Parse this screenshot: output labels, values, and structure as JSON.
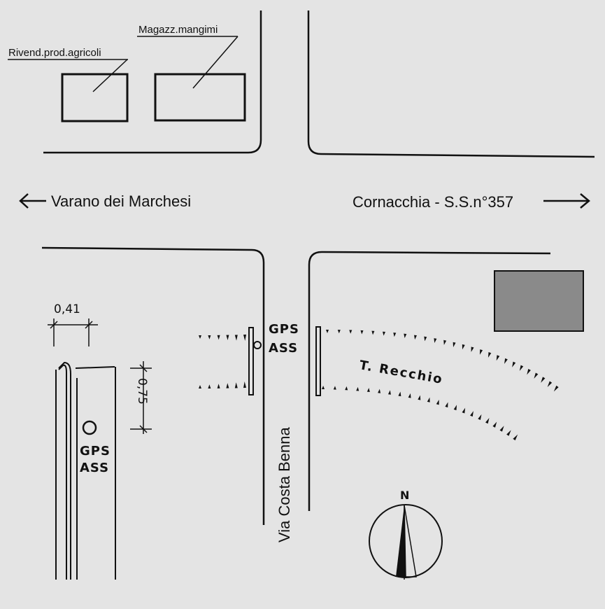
{
  "labels": {
    "shop_agricultural": "Rivend.prod.agricoli",
    "feed_warehouse": "Magazz.mangimi",
    "road_west": "Varano dei Marchesi",
    "road_east": "Cornacchia - S.S.n°357",
    "road_south": "Via Costa Benna",
    "stream": "T. Recchio",
    "benchmark_top": "GPS",
    "benchmark_bottom": "ASS",
    "detail_benchmark_top": "GPS",
    "detail_benchmark_bottom": "ASS",
    "dim_width": "0,41",
    "dim_height": "0,75",
    "north": "N"
  },
  "icons": {
    "arrow_west": "arrow-left",
    "arrow_east": "arrow-right",
    "compass": "north-arrow-compass",
    "benchmark": "circle-marker"
  },
  "colors": {
    "background": "#e4e4e4",
    "ink": "#111111",
    "building_fill": "#8a8a8a"
  }
}
